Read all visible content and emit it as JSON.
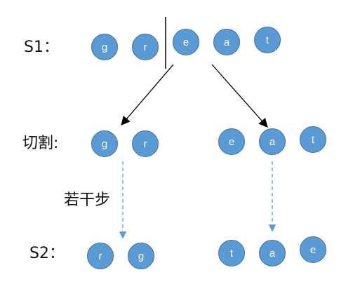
{
  "labels": {
    "s1": "S1：",
    "split": "切割:",
    "steps": "若干步",
    "s2": "S2："
  },
  "rows": {
    "s1": [
      "g",
      "r",
      "e",
      "a",
      "t"
    ],
    "split_left": [
      "g",
      "r"
    ],
    "split_right": [
      "e",
      "a",
      "t"
    ],
    "s2_left": [
      "r",
      "g"
    ],
    "s2_right": [
      "t",
      "a",
      "e"
    ]
  },
  "colors": {
    "node_fill": "#5b9bd5",
    "node_border": "#41719c",
    "arrow": "#000000",
    "dashed_arrow": "#5b9bd5"
  }
}
